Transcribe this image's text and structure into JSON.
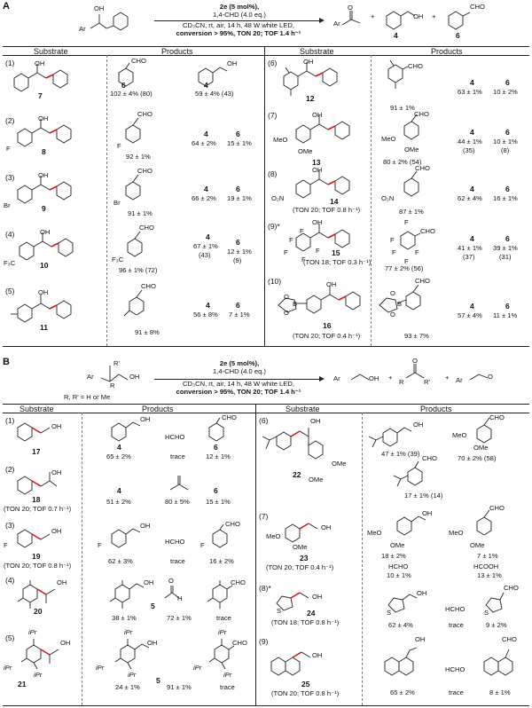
{
  "panelA": {
    "letter": "A",
    "reactant_oh": "OH",
    "reactant_ar": "Ar",
    "conditions": [
      "2e (5 mol%),",
      "1,4-CHD (4.0 eq.)",
      "CD₃CN, rt, air, 14 h, 48 W white LED,",
      "conversion > 95%, TON 20; TOF 1.4 h⁻¹"
    ],
    "product_ar": "Ar",
    "product_o": "O",
    "product4_oh": "OH",
    "product4_num": "4",
    "product6_cho": "CHO",
    "product6_num": "6",
    "plus": "+",
    "header_substrate": "Substrate",
    "header_products": "Products",
    "rows_left": [
      {
        "idx": "(1)",
        "label": "7",
        "vals": [
          "102 ± 4% (80)",
          "59 ± 4% (43)"
        ],
        "p6": "6",
        "p4": "4"
      },
      {
        "idx": "(2)",
        "label": "8",
        "vals": [
          "92 ± 1%",
          "64 ± 2%",
          "15 ± 1%"
        ],
        "c4": "4",
        "c6": "6"
      },
      {
        "idx": "(3)",
        "label": "9",
        "vals": [
          "91 ± 1%",
          "66 ± 2%",
          "19 ± 1%"
        ],
        "c4": "4",
        "c6": "6"
      },
      {
        "idx": "(4)",
        "label": "10",
        "vals": [
          "96 ± 1% (72)",
          "67 ± 1%",
          "(43)",
          "12 ± 1%",
          "(9)"
        ],
        "c4": "4",
        "c6": "6"
      },
      {
        "idx": "(5)",
        "label": "11",
        "vals": [
          "91 ± 8%",
          "56 ± 8%",
          "7 ± 1%"
        ],
        "c4": "4",
        "c6": "6"
      }
    ],
    "rows_right": [
      {
        "idx": "(6)",
        "label": "12",
        "vals": [
          "91 ± 1%",
          "63 ± 1%",
          "10 ± 2%"
        ],
        "c4": "4",
        "c6": "6"
      },
      {
        "idx": "(7)",
        "label": "13",
        "vals": [
          "80 ± 2% (54)",
          "44 ± 1%",
          "(35)",
          "10 ± 1%",
          "(8)"
        ],
        "c4": "4",
        "c6": "6"
      },
      {
        "idx": "(8)",
        "label": "14",
        "ton": "(TON 20; TOF 0.8 h⁻¹)",
        "vals": [
          "87 ± 1%",
          "62 ± 4%",
          "16 ± 1%"
        ],
        "c4": "4",
        "c6": "6"
      },
      {
        "idx": "(9)*",
        "label": "15",
        "ton": "(TON 18; TOF 0.3 h⁻¹)",
        "vals": [
          "77 ± 2% (56)",
          "41 ± 1%",
          "(37)",
          "39 ± 1%",
          "(31)"
        ],
        "c4": "4",
        "c6": "6"
      },
      {
        "idx": "(10)",
        "label": "16",
        "ton": "(TON 20; TOF 0.4 h⁻¹)",
        "vals": [
          "93 ± 7%",
          "57 ± 4%",
          "11 ± 1%"
        ],
        "c4": "4",
        "c6": "6"
      }
    ]
  },
  "panelB": {
    "letter": "B",
    "reactant_ar": "Ar",
    "reactant_r": "R",
    "reactant_r2": "R'",
    "reactant_oh": "OH",
    "reactant_note": "R, R' = H or Me",
    "conditions": [
      "2e (5 mol%),",
      "1,4-CHD (4.0 eq.)",
      "CD₃CN, rt, air, 14 h, 48 W white LED,",
      "conversion > 95%, TON 20; TOF 1.4 h⁻¹"
    ],
    "prod_ar1": "Ar",
    "prod_oh": "OH",
    "prod_o": "O",
    "prod_r": "R",
    "prod_r2": "R'",
    "prod_ar2": "Ar",
    "prod_o2": "O",
    "plus": "+",
    "header_substrate": "Substrate",
    "header_products": "Products",
    "rows_left": [
      {
        "idx": "(1)",
        "label": "17",
        "c4": "4",
        "hcho": "HCHO",
        "c6": "6",
        "vals": [
          "65 ± 2%",
          "trace",
          "12 ± 1%"
        ]
      },
      {
        "idx": "(2)",
        "label": "18",
        "ton": "(TON 20; TOF 0.7 h⁻¹)",
        "c4": "4",
        "c6": "6",
        "vals": [
          "51 ± 2%",
          "80 ± 5%",
          "15 ± 1%"
        ]
      },
      {
        "idx": "(3)",
        "label": "19",
        "ton": "(TON 20; TOF 0.8 h⁻¹)",
        "hcho": "HCHO",
        "vals": [
          "62 ± 3%",
          "trace",
          "16 ± 2%"
        ]
      },
      {
        "idx": "(4)",
        "label": "20",
        "c5": "5",
        "vals": [
          "38 ± 1%",
          "72 ± 1%",
          "trace"
        ]
      },
      {
        "idx": "(5)",
        "label": "21",
        "c5": "5",
        "vals": [
          "24 ± 1%",
          "91 ± 1%",
          "trace"
        ],
        "ipr": "iPr"
      }
    ],
    "rows_right": [
      {
        "idx": "(6)",
        "label": "22",
        "vals": [
          "47 ± 1% (39)",
          "70 ± 2% (58)",
          "17 ± 1% (14)"
        ]
      },
      {
        "idx": "(7)",
        "label": "23",
        "ton": "(TON 20; TOF 0.4 h⁻¹)",
        "hcho": "HCHO",
        "hcooh": "HCOOH",
        "vals": [
          "18 ± 2%",
          "7 ± 1%",
          "10 ± 1%",
          "13 ± 1%"
        ]
      },
      {
        "idx": "(8)*",
        "label": "24",
        "ton": "(TON 18; TOF 0.8 h⁻¹)",
        "hcho": "HCHO",
        "vals": [
          "62 ± 4%",
          "trace",
          "9 ± 2%"
        ]
      },
      {
        "idx": "(9)",
        "label": "25",
        "ton": "(TON 20; TOF 0.8 h⁻¹)",
        "hcho": "HCHO",
        "vals": [
          "65 ± 2%",
          "trace",
          "8 ± 1%"
        ]
      }
    ]
  },
  "fragments": {
    "oh": "OH",
    "cho": "CHO",
    "o": "O",
    "f": "F",
    "br": "Br",
    "cf3": "F₃C",
    "meo": "MeO",
    "ome": "OMe",
    "no2": "O₂N",
    "s": "S",
    "b": "B",
    "hcho": "HCHO",
    "h": "H"
  }
}
